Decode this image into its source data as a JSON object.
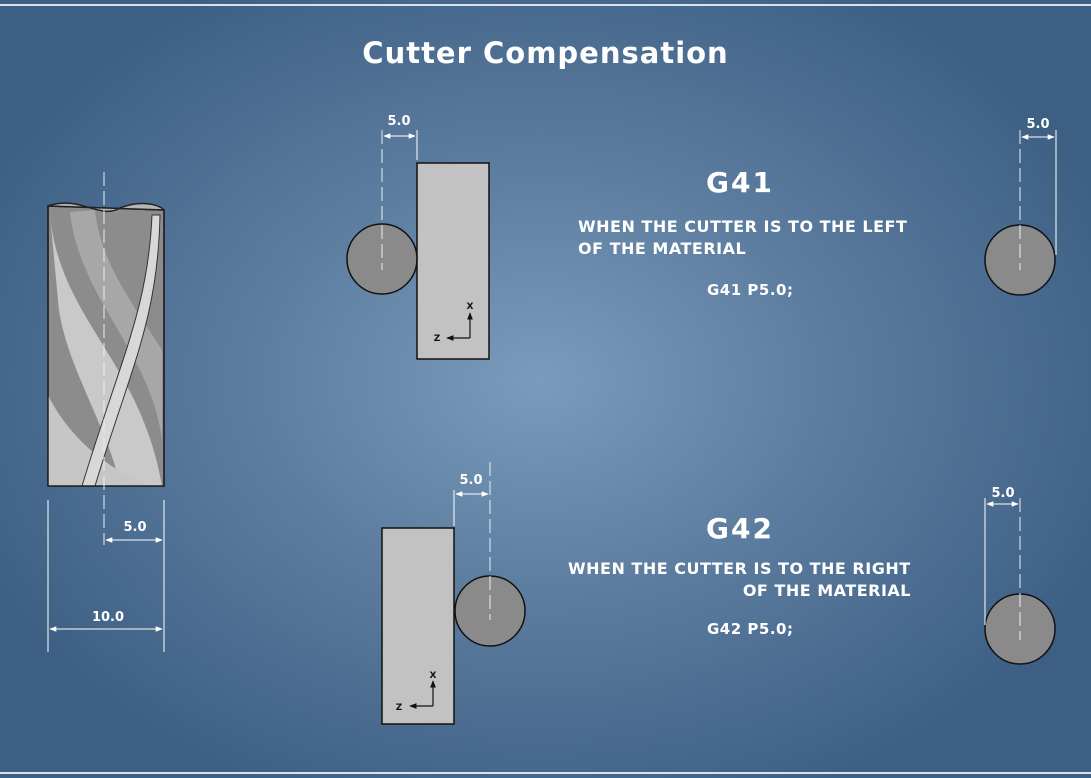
{
  "title": "Cutter Compensation",
  "dimensions": {
    "tool_radius": "5.0",
    "tool_diameter": "10.0",
    "g41_offset": "5.0",
    "g41_right_offset": "5.0",
    "g42_offset": "5.0",
    "g42_right_offset": "5.0"
  },
  "axes": {
    "x": "X",
    "z": "Z"
  },
  "g41": {
    "code": "G41",
    "description_line1": "WHEN THE CUTTER IS TO THE LEFT",
    "description_line2": "OF THE MATERIAL",
    "command": "G41 P5.0;"
  },
  "g42": {
    "code": "G42",
    "description_line1": "WHEN THE CUTTER IS TO THE RIGHT",
    "description_line2": "OF THE MATERIAL",
    "command": "G42 P5.0;"
  },
  "colors": {
    "background_center": "#7a9bbb",
    "background_edge": "#3d5f84",
    "material_fill": "#c2c2c2",
    "cutter_fill": "#8a8a8a",
    "drill_light": "#c8c8c8",
    "drill_dark": "#8c8c8c",
    "dimension_line": "#ffffff"
  }
}
